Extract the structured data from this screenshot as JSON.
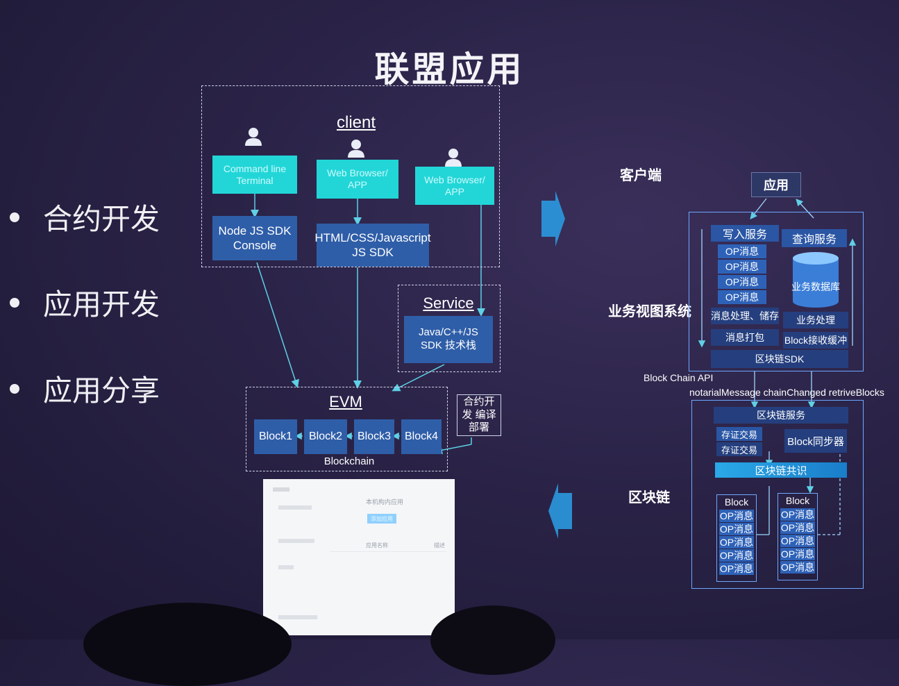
{
  "title": "联盟应用",
  "bullets": [
    "合约开发",
    "应用开发",
    "应用分享"
  ],
  "left_diagram": {
    "client_label": "client",
    "clients": [
      {
        "label": "Command line Terminal",
        "sdk": "Node JS SDK Console"
      },
      {
        "label": "Web Browser/ APP",
        "sdk": "HTML/CSS/Javascript JS SDK"
      },
      {
        "label": "Web Browser/ APP"
      }
    ],
    "service_label": "Service",
    "service_box": "Java/C++/JS SDK 技术栈",
    "evm_label": "EVM",
    "blocks": [
      "Block1",
      "Block2",
      "Block3",
      "Block4"
    ],
    "blockchain_label": "Blockchain",
    "contract_box": "合约开发 编译部署"
  },
  "screenshot_panel": {
    "heading": "本机构内应用",
    "button": "添加应用",
    "col1": "应用名称",
    "col2": "描述"
  },
  "right_diagram": {
    "label_client": "客户端",
    "label_business": "业务视图系统",
    "label_chain": "区块链",
    "app": "应用",
    "write_service": "写入服务",
    "query_service": "查询服务",
    "op_messages": [
      "OP消息",
      "OP消息",
      "OP消息",
      "OP消息"
    ],
    "database": "业务数据库",
    "msg_process": "消息处理、储存",
    "biz_process": "业务处理",
    "msg_pack": "消息打包",
    "block_buffer": "Block接收缓冲",
    "sdk": "区块链SDK",
    "api_label": "Block Chain API",
    "api_calls": "notarialMessage  chainChanged  retriveBlocks",
    "chain_service": "区块链服务",
    "notary_tx": [
      "存证交易",
      "存证交易"
    ],
    "block_sync": "Block同步器",
    "consensus": "区块链共识",
    "block_title": "Block",
    "block_ops": [
      "OP消息",
      "OP消息",
      "OP消息",
      "OP消息",
      "OP消息"
    ]
  },
  "colors": {
    "cyan": "#22d6d8",
    "box_blue": "#2f5ea8",
    "frame_blue": "#6ea8ff"
  }
}
